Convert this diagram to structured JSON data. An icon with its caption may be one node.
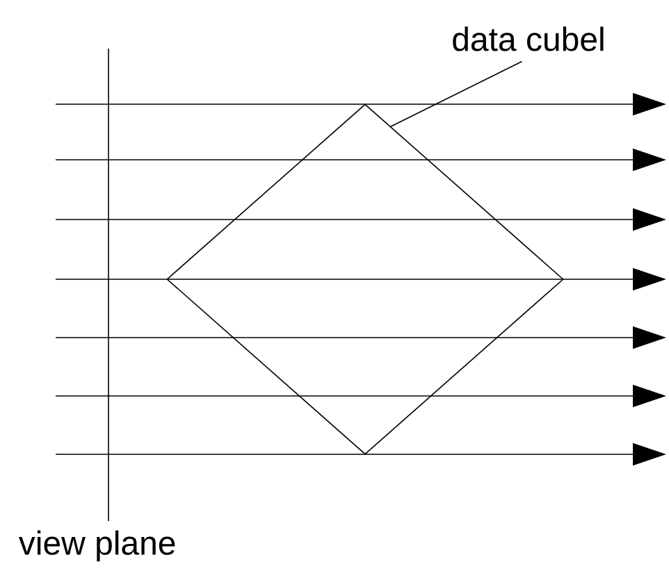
{
  "diagram": {
    "nodes": [
      {
        "text": [
          "data cubel"
        ]
      },
      {
        "text": [],
        "shape": "diamond"
      }
    ],
    "edges": [
      {
        "from": 0,
        "to": 1,
        "arrow": "none"
      }
    ],
    "labels": [
      "view plane"
    ]
  }
}
